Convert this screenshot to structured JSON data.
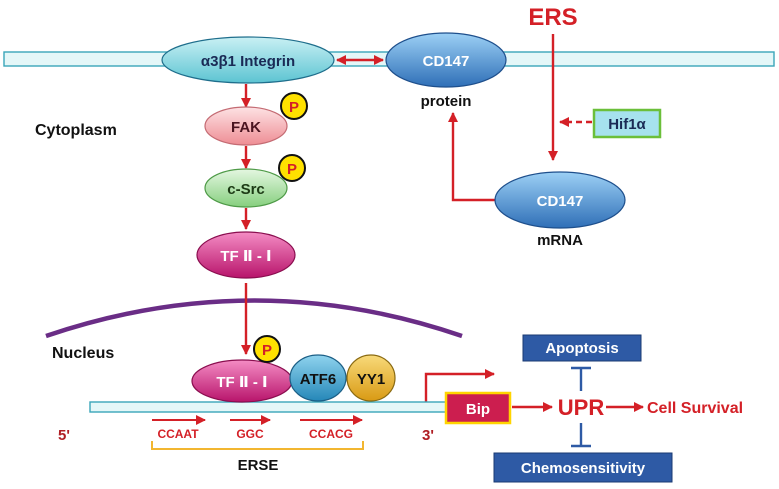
{
  "labels": {
    "ers": "ERS",
    "integrin": "α3β1 Integrin",
    "cd147_protein": "CD147",
    "protein": "protein",
    "cytoplasm": "Cytoplasm",
    "hif1a": "Hif1α",
    "fak": "FAK",
    "csrc": "c-Src",
    "tf2i": "TF Ⅱ - Ⅰ",
    "cd147_mrna": "CD147",
    "mrna": "mRNA",
    "nucleus": "Nucleus",
    "phospho": "P",
    "tf2i_nuc": "TF Ⅱ - Ⅰ",
    "atf6": "ATF6",
    "yy1": "YY1",
    "five_prime": "5'",
    "three_prime": "3'",
    "ccaat": "CCAAT",
    "ggc": "GGC",
    "ccacg": "CCACG",
    "erse": "ERSE",
    "bip": "Bip",
    "upr": "UPR",
    "cell_survival": "Cell Survival",
    "apoptosis": "Apoptosis",
    "chemosensitivity": "Chemosensitivity"
  },
  "colors": {
    "arrow_red": "#d42027",
    "membrane_fill": "#e4f7f8",
    "membrane_stroke": "#3aa6b9",
    "nucleus_arc": "#6a2d86",
    "integrin_fill": "#7fd4df",
    "cd147_fill": "#3f86cf",
    "fak_fill": "#f4a9ae",
    "csrc_fill": "#a7e0a2",
    "tf2i_fill": "#d4267f",
    "atf6_fill": "#39a2cf",
    "yy1_fill": "#e9b32f",
    "phospho_fill": "#ffe100",
    "hif_fill": "#a6e2ee",
    "hif_stroke": "#6bbf3a",
    "bip_fill": "#cc1e4f",
    "bip_stroke": "#ffd400",
    "outcome_fill": "#2e5aa5",
    "erse_bracket": "#f2b630"
  }
}
